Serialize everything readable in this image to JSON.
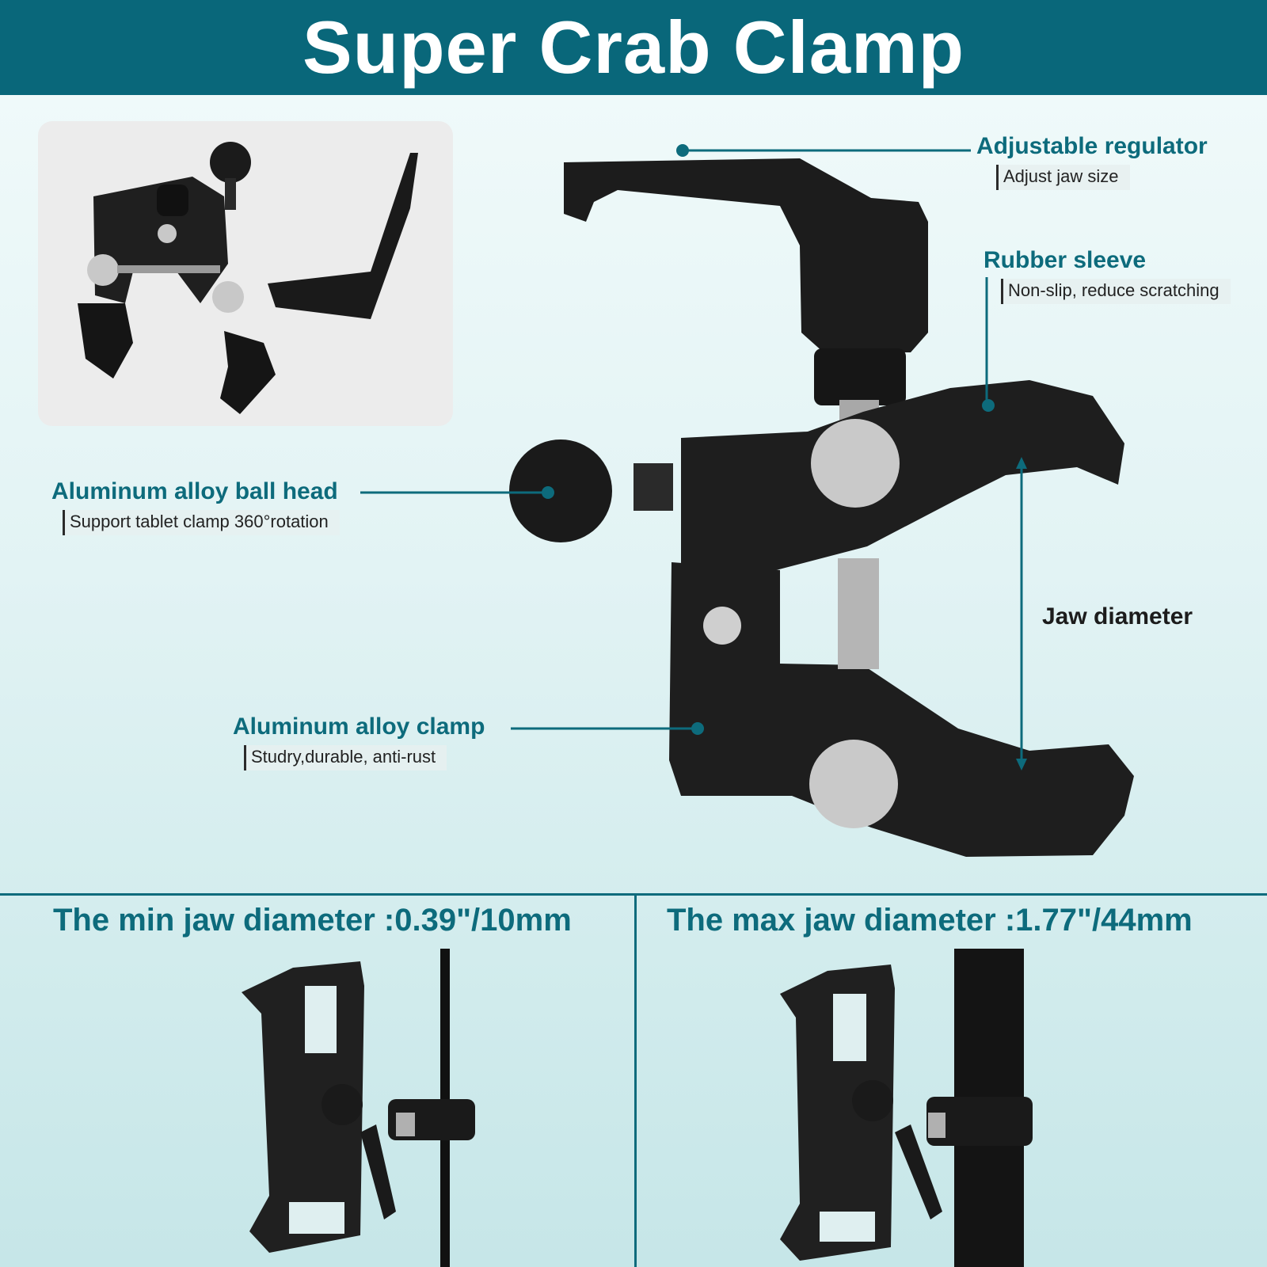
{
  "header": {
    "title": "Super Crab Clamp"
  },
  "callouts": {
    "regulator": {
      "title": "Adjustable regulator",
      "sub": "Adjust jaw size"
    },
    "rubber": {
      "title": "Rubber sleeve",
      "sub": "Non-slip, reduce scratching"
    },
    "ball_head": {
      "title": "Aluminum alloy ball head",
      "sub": "Support tablet clamp 360°rotation"
    },
    "clamp": {
      "title": "Aluminum alloy clamp",
      "sub": "Studry,durable, anti-rust"
    }
  },
  "jaw_label": "Jaw diameter",
  "bottom": {
    "min_title": "The min jaw diameter :0.39\"/10mm",
    "max_title": "The max jaw diameter :1.77\"/44mm"
  },
  "colors": {
    "brand": "#09677a",
    "accent_text": "#0d6b7c"
  }
}
